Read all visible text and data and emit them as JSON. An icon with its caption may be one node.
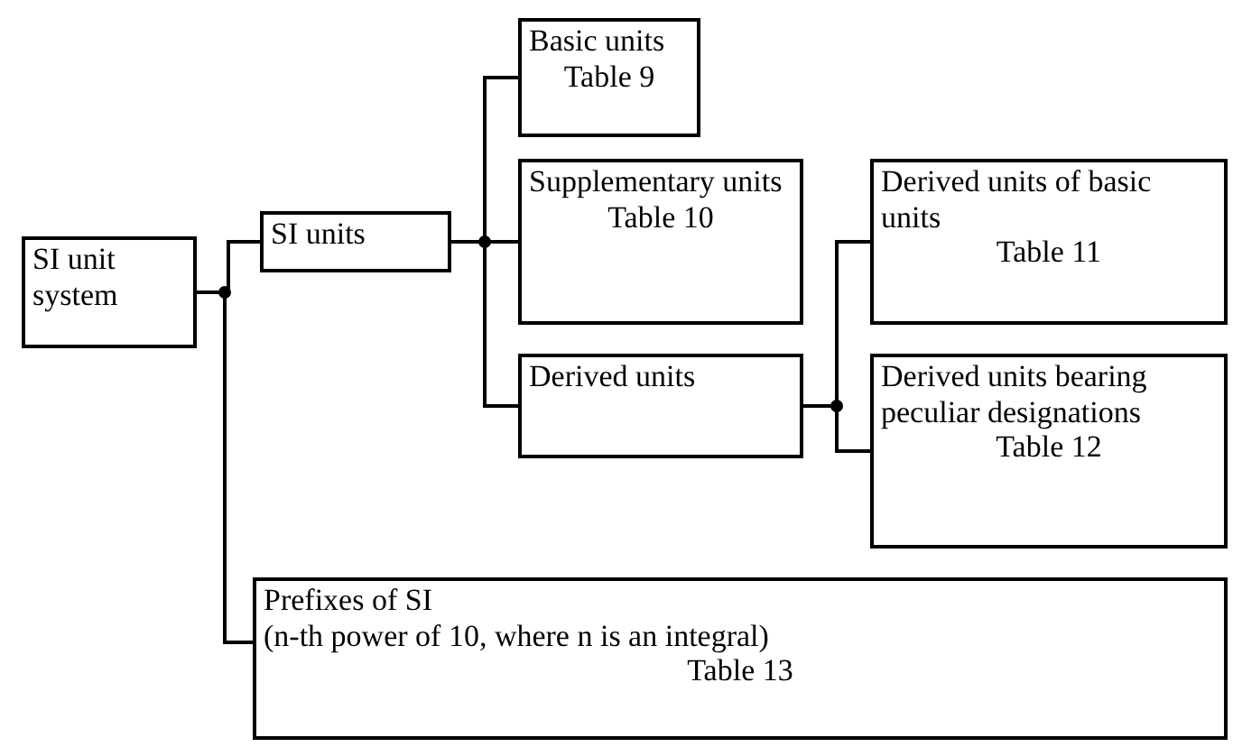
{
  "diagram": {
    "nodes": [
      {
        "text": [
          "SI unit system"
        ]
      },
      {
        "text": [
          "SI units"
        ]
      },
      {
        "text": [
          "Basic units",
          "Table 9"
        ]
      },
      {
        "text": [
          "Supplementary units",
          "Table 10"
        ]
      },
      {
        "text": [
          "Derived units"
        ]
      },
      {
        "text": [
          "Derived units of basic units",
          "Table 11"
        ]
      },
      {
        "text": [
          "Derived units bearing peculiar designations",
          "Table 12"
        ]
      },
      {
        "text": [
          "Prefixes of SI",
          "(n-th power of 10, where n is an integral)",
          "Table 13"
        ]
      }
    ],
    "edges": [
      {
        "from": 0,
        "to": 1,
        "arrow": "none"
      },
      {
        "from": 0,
        "to": 7,
        "arrow": "none"
      },
      {
        "from": 1,
        "to": 2,
        "arrow": "none"
      },
      {
        "from": 1,
        "to": 3,
        "arrow": "none"
      },
      {
        "from": 1,
        "to": 4,
        "arrow": "none"
      },
      {
        "from": 4,
        "to": 5,
        "arrow": "none"
      },
      {
        "from": 4,
        "to": 6,
        "arrow": "none"
      }
    ]
  }
}
